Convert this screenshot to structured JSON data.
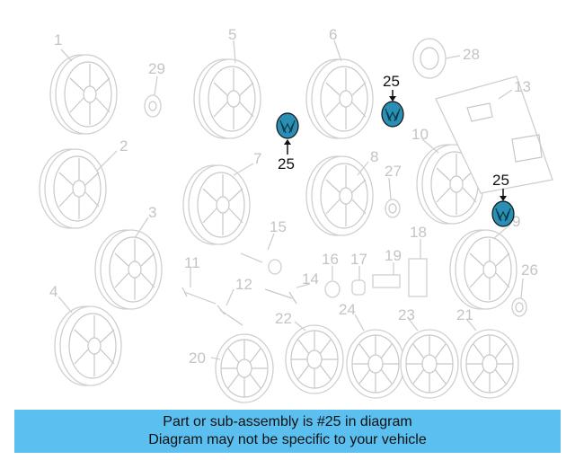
{
  "diagram": {
    "callouts": [
      "1",
      "2",
      "3",
      "4",
      "5",
      "6",
      "7",
      "8",
      "9",
      "10",
      "11",
      "12",
      "13",
      "14",
      "15",
      "16",
      "17",
      "18",
      "19",
      "20",
      "21",
      "22",
      "23",
      "24",
      "26",
      "27",
      "28",
      "29"
    ],
    "highlight_label": "25",
    "highlight_color": "#2a8fb5"
  },
  "banner": {
    "line1": "Part or sub-assembly is #25 in diagram",
    "line2": "Diagram may not be specific to your vehicle",
    "background": "#5bc0f0"
  }
}
